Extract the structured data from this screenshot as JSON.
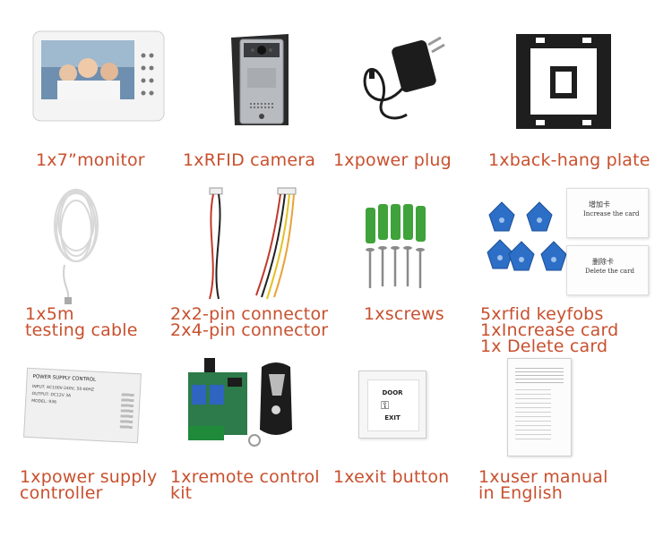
{
  "items": [
    {
      "name": "monitor",
      "lines": [
        "1x7”monitor"
      ]
    },
    {
      "name": "rfid-camera",
      "lines": [
        "1xRFID camera"
      ]
    },
    {
      "name": "power-plug",
      "lines": [
        "1xpower plug"
      ]
    },
    {
      "name": "back-hang-plate",
      "lines": [
        "1xback-hang plate"
      ]
    },
    {
      "name": "testing-cable",
      "lines": [
        "1x5m",
        "testing cable"
      ]
    },
    {
      "name": "connectors",
      "lines": [
        "2x2-pin connector",
        "2x4-pin connector"
      ]
    },
    {
      "name": "screws",
      "lines": [
        "1xscrews"
      ]
    },
    {
      "name": "rfid-keyfobs",
      "lines": [
        "5xrfid keyfobs",
        "1xIncrease card",
        "1x Delete card"
      ]
    },
    {
      "name": "power-supply-controller",
      "lines": [
        "1xpower supply",
        "controller"
      ]
    },
    {
      "name": "remote-control-kit",
      "lines": [
        "1xremote control",
        "kit"
      ]
    },
    {
      "name": "exit-button",
      "lines": [
        "1xexit button"
      ]
    },
    {
      "name": "user-manual",
      "lines": [
        "1xuser manual",
        "in English"
      ]
    }
  ],
  "card_texts": {
    "increase_cn": "增加卡",
    "increase_en": "Increase the card",
    "delete_cn": "删除卡",
    "delete_en": "Delete the card"
  },
  "psu_texts": {
    "title": "POWER SUPPLY CONTROL",
    "input": "INPUT: AC100V-240V, 50-60HZ",
    "output": "OUTPUT: DC12V  3A",
    "model": "MODEL: 936"
  },
  "exit_texts": {
    "top": "DOOR",
    "bottom": "EXIT"
  },
  "colors": {
    "caption": "#c8502e",
    "keyfob": "#2d6fc7",
    "anchor": "#3fa23a"
  }
}
